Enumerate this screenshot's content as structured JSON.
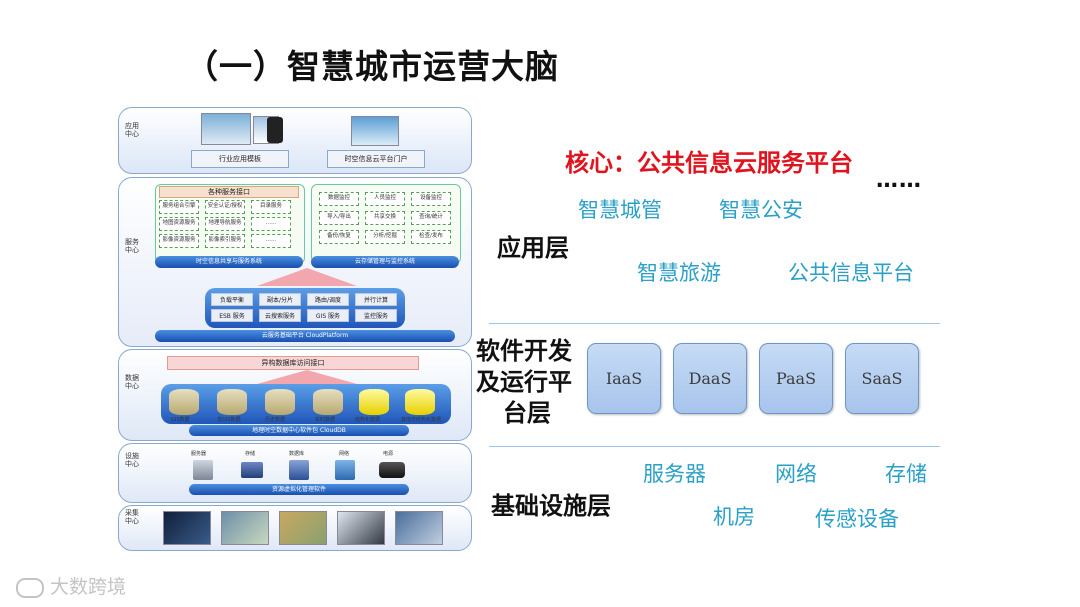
{
  "title": "（一）智慧城市运营大脑",
  "core": "核心：公共信息云服务平台",
  "ellipsis": "……",
  "application_layer": {
    "label": "应用层",
    "items": [
      "智慧城管",
      "智慧公安",
      "智慧旅游",
      "公共信息平台"
    ]
  },
  "software_layer": {
    "label_lines": [
      "软件开发",
      "及运行平",
      "台层"
    ],
    "services": [
      "IaaS",
      "DaaS",
      "PaaS",
      "SaaS"
    ]
  },
  "infra_layer": {
    "label": "基础设施层",
    "items": [
      "服务器",
      "网络",
      "存储",
      "机房",
      "传感设备"
    ]
  },
  "diagram": {
    "app_center_label": "应用中心",
    "app_template": "行业应用模板",
    "app_portal": "时空信息云平台门户",
    "service_center_label": "服务中心",
    "service_interface": "各种服务接口",
    "service_cells": [
      "服务组合引擎",
      "安全认证/授权",
      "目录服务",
      "地图资源服务",
      "地理导航服务",
      "……",
      "影像资源服务",
      "影像索引服务",
      "……"
    ],
    "service_left_bar": "时空信息共享与服务系统",
    "monitor_cells": [
      "数据监控",
      "人员监控",
      "设备监控",
      "导入/导出",
      "共享交换",
      "查询/统计",
      "备份/恢复",
      "分析/挖掘",
      "检查/发布"
    ],
    "monitor_bar": "云存储管理与监控系统",
    "cloud_cells": [
      "负载平衡",
      "副本/分片",
      "路由/调度",
      "并行计算",
      "ESB 服务",
      "云搜索服务",
      "GIS 服务",
      "监控服务"
    ],
    "cloud_bar": "云服务基础平台 CloudPlatform",
    "data_center_label": "数据中心",
    "data_interface": "异构数据库访问接口",
    "data_items": [
      "GIS数据",
      "非GIS数据",
      "历史数据",
      "实时数据",
      "结构化数据",
      "其他非结构化数据"
    ],
    "data_bar": "地理时空数据中心软件包 CloudDB",
    "infra_center_label": "设施中心",
    "infra_items": [
      "服务器",
      "存储",
      "数据库",
      "网络",
      "电源"
    ],
    "infra_bar": "资源虚拟化管理软件",
    "collect_center_label": "采集中心"
  },
  "watermark": "大数跨境"
}
